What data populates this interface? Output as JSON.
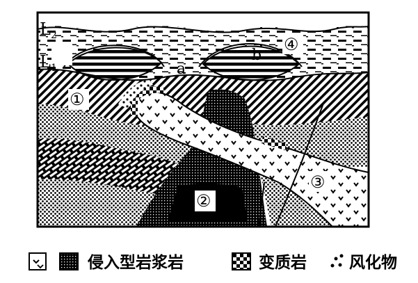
{
  "labels": {
    "L1": "L",
    "L1_sub": "1",
    "L2": "L",
    "L2_sub": "2",
    "a": "a",
    "b": "b",
    "c1": "①",
    "c2": "②",
    "c3": "③",
    "c4": "④"
  },
  "legend": {
    "intrusive": "侵入型岩浆岩",
    "metamorphic": "变质岩",
    "weathered": "风化物"
  },
  "colors": {
    "ink": "#000000",
    "paper": "#ffffff"
  }
}
